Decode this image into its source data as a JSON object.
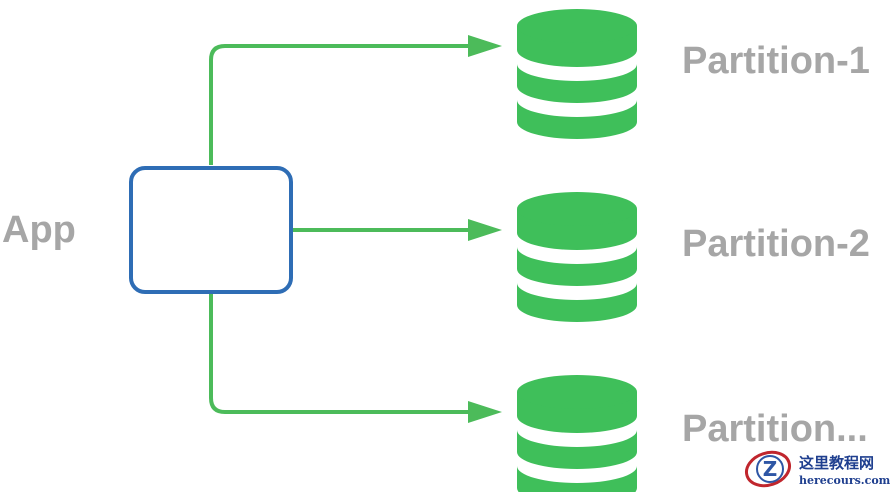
{
  "app": {
    "label": "App"
  },
  "partitions": [
    {
      "label": "Partition-1"
    },
    {
      "label": "Partition-2"
    },
    {
      "label": "Partition..."
    }
  ],
  "watermark": {
    "cn_text": "这里教程网",
    "url_text": "herecours.com"
  },
  "colors": {
    "arrow": "#4cbb5a",
    "database": "#3fbf5a",
    "box_border": "#2e6db5",
    "label": "#a6a6a6"
  }
}
